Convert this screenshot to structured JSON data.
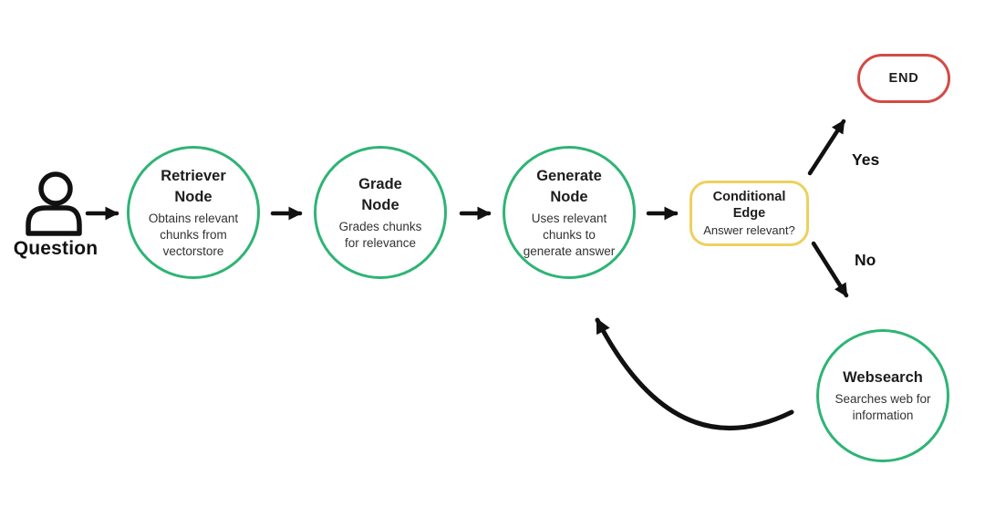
{
  "colors": {
    "green": "#2eb475",
    "yellow": "#eed05f",
    "red": "#d24b46",
    "ink": "#111111"
  },
  "question": {
    "label": "Question"
  },
  "nodes": {
    "retriever": {
      "title": "Retriever\nNode",
      "subtitle": "Obtains relevant\nchunks from\nvectorstore"
    },
    "grade": {
      "title": "Grade\nNode",
      "subtitle": "Grades chunks\nfor relevance"
    },
    "generate": {
      "title": "Generate\nNode",
      "subtitle": "Uses relevant\nchunks to\ngenerate answer"
    },
    "websearch": {
      "title": "Websearch",
      "subtitle": "Searches web for\ninformation"
    }
  },
  "conditional": {
    "title": "Conditional\nEdge",
    "subtitle": "Answer relevant?"
  },
  "end": {
    "label": "END"
  },
  "edge_labels": {
    "yes": "Yes",
    "no": "No"
  }
}
